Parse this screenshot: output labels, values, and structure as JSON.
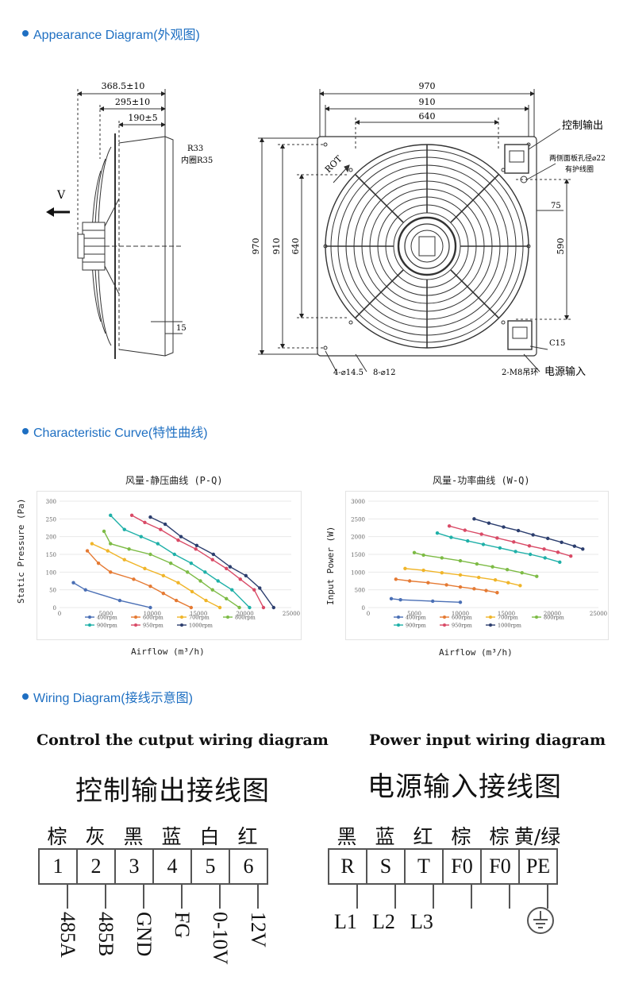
{
  "sections": {
    "appearance": "Appearance Diagram(外观图)",
    "curve": "Characteristic Curve(特性曲线)",
    "wiring": "Wiring Diagram(接线示意图)"
  },
  "appearance": {
    "side": {
      "dim_368": "368.5±10",
      "dim_295": "295±10",
      "dim_190": "190±5",
      "r33": "R33",
      "inner_r35": "内圈R35",
      "arrow_v": "V",
      "dim_15": "15"
    },
    "front": {
      "dim_970_top": "970",
      "dim_910_top": "910",
      "dim_640_top": "640",
      "dim_970_left": "970",
      "dim_910_left": "910",
      "dim_640_left": "640",
      "dim_75": "75",
      "dim_590": "590",
      "rot": "ROT",
      "control_out": "控制输出",
      "hole_note1": "两侧面板孔径⌀22",
      "hole_note2": "有护线圈",
      "c15": "C15",
      "ring": "2-M8吊环",
      "power_in": "电源输入",
      "hole_4": "4-⌀14.5",
      "hole_8": "8-⌀12"
    }
  },
  "chart_data": [
    {
      "type": "line",
      "title": "风量-静压曲线 (P-Q)",
      "xlabel": "Airflow (m³/h)",
      "ylabel": "Static Pressure (Pa)",
      "xlim": [
        0,
        25000
      ],
      "ylim": [
        0,
        300
      ],
      "xticks": [
        "0",
        "5000",
        "10000",
        "15000",
        "20000",
        "25000"
      ],
      "yticks": [
        "0",
        "50",
        "100",
        "150",
        "200",
        "250",
        "300"
      ],
      "legend_position": "bottom",
      "series": [
        {
          "name": "400rpm",
          "color": "#4a6fb5",
          "x": [
            1500,
            2800,
            6500,
            9800
          ],
          "y": [
            70,
            50,
            20,
            0
          ]
        },
        {
          "name": "600rpm",
          "color": "#e57a33",
          "x": [
            3000,
            4200,
            5500,
            8000,
            9800,
            11200,
            12600,
            14200
          ],
          "y": [
            160,
            125,
            100,
            80,
            60,
            40,
            20,
            0
          ]
        },
        {
          "name": "700rpm",
          "color": "#f0b529",
          "x": [
            3500,
            5200,
            7000,
            9200,
            11200,
            12800,
            14300,
            15800,
            17300
          ],
          "y": [
            180,
            160,
            135,
            110,
            90,
            70,
            45,
            20,
            0
          ]
        },
        {
          "name": "800rpm",
          "color": "#7dbb45",
          "x": [
            4800,
            5500,
            7500,
            9800,
            12000,
            13800,
            15200,
            16500,
            18000,
            19400
          ],
          "y": [
            215,
            180,
            165,
            150,
            125,
            100,
            75,
            50,
            25,
            0
          ]
        },
        {
          "name": "900rpm",
          "color": "#1fb0a8",
          "x": [
            5500,
            7000,
            8800,
            10600,
            12400,
            14200,
            15700,
            17100,
            18600,
            20500
          ],
          "y": [
            260,
            220,
            200,
            180,
            150,
            125,
            100,
            75,
            50,
            0
          ]
        },
        {
          "name": "950rpm",
          "color": "#d94a66",
          "x": [
            7800,
            9200,
            10900,
            12800,
            14700,
            16500,
            18000,
            19500,
            21000,
            22000
          ],
          "y": [
            260,
            240,
            220,
            190,
            165,
            135,
            110,
            80,
            50,
            0
          ]
        },
        {
          "name": "1000rpm",
          "color": "#2c3e6e",
          "x": [
            9800,
            11400,
            13100,
            14800,
            16600,
            18400,
            20100,
            21600,
            23100
          ],
          "y": [
            255,
            235,
            200,
            175,
            150,
            115,
            90,
            55,
            0
          ]
        }
      ]
    },
    {
      "type": "line",
      "title": "风量-功率曲线 (W-Q)",
      "xlabel": "Airflow (m³/h)",
      "ylabel": "Input Power (W)",
      "xlim": [
        0,
        25000
      ],
      "ylim": [
        0,
        3000
      ],
      "xticks": [
        "0",
        "5000",
        "10000",
        "15000",
        "20000",
        "25000"
      ],
      "yticks": [
        "0",
        "500",
        "1000",
        "1500",
        "2000",
        "2500",
        "3000"
      ],
      "legend_position": "bottom",
      "series": [
        {
          "name": "400rpm",
          "color": "#4a6fb5",
          "x": [
            2500,
            3500,
            7000,
            10000
          ],
          "y": [
            250,
            220,
            180,
            150
          ]
        },
        {
          "name": "600rpm",
          "color": "#e57a33",
          "x": [
            3000,
            4500,
            6500,
            8500,
            10000,
            11500,
            12800,
            14000
          ],
          "y": [
            800,
            750,
            700,
            640,
            580,
            530,
            480,
            420
          ]
        },
        {
          "name": "700rpm",
          "color": "#f0b529",
          "x": [
            4000,
            6000,
            8000,
            10000,
            12000,
            13800,
            15200,
            16500
          ],
          "y": [
            1100,
            1050,
            980,
            920,
            850,
            780,
            700,
            620
          ]
        },
        {
          "name": "800rpm",
          "color": "#7dbb45",
          "x": [
            5000,
            6000,
            8000,
            10000,
            11800,
            13500,
            15100,
            16700,
            18300
          ],
          "y": [
            1550,
            1480,
            1400,
            1320,
            1230,
            1150,
            1070,
            980,
            880
          ]
        },
        {
          "name": "900rpm",
          "color": "#1fb0a8",
          "x": [
            7500,
            9000,
            10800,
            12500,
            14300,
            16000,
            17600,
            19200,
            20800
          ],
          "y": [
            2100,
            1980,
            1880,
            1780,
            1680,
            1580,
            1500,
            1400,
            1280
          ]
        },
        {
          "name": "950rpm",
          "color": "#d94a66",
          "x": [
            8800,
            10500,
            12300,
            14000,
            15800,
            17500,
            19100,
            20600,
            22000
          ],
          "y": [
            2300,
            2180,
            2070,
            1960,
            1850,
            1740,
            1650,
            1560,
            1450
          ]
        },
        {
          "name": "1000rpm",
          "color": "#2c3e6e",
          "x": [
            11500,
            13100,
            14700,
            16300,
            17900,
            19500,
            21000,
            22400,
            23300
          ],
          "y": [
            2500,
            2380,
            2270,
            2170,
            2050,
            1950,
            1840,
            1730,
            1650
          ]
        }
      ]
    }
  ],
  "wiring": {
    "control": {
      "heading": "Control the cutput wiring diagram",
      "title_cn": "控制输出接线图",
      "colors": [
        "棕",
        "灰",
        "黑",
        "蓝",
        "白",
        "红"
      ],
      "terminals": [
        "1",
        "2",
        "3",
        "4",
        "5",
        "6"
      ],
      "signals": [
        "485A",
        "485B",
        "GND",
        "FG",
        "0-10V",
        "12V"
      ]
    },
    "power": {
      "heading": "Power input wiring diagram",
      "title_cn": "电源输入接线图",
      "colors": [
        "黑",
        "蓝",
        "红",
        "棕",
        "棕",
        "黄/绿"
      ],
      "terminals": [
        "R",
        "S",
        "T",
        "F0",
        "F0",
        "PE"
      ],
      "signals": [
        "L1",
        "L2",
        "L3"
      ]
    }
  }
}
